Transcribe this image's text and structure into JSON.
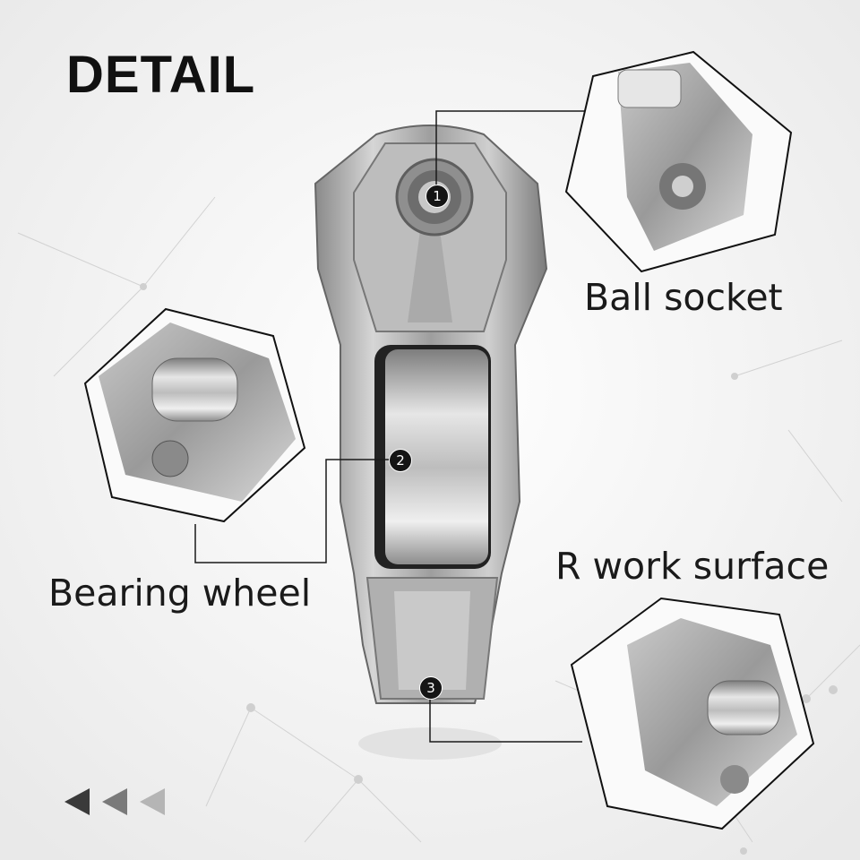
{
  "heading": "DETAIL",
  "callouts": [
    {
      "number": "1",
      "label": "Ball socket"
    },
    {
      "number": "2",
      "label": "Bearing wheel"
    },
    {
      "number": "3",
      "label": "R work surface"
    }
  ],
  "colors": {
    "background": "#f4f4f4",
    "metal": "#a9a9a9",
    "text": "#111111",
    "marker": "#151515"
  },
  "icons": [
    "arrow-left-icon",
    "arrow-left-icon",
    "arrow-left-icon"
  ]
}
